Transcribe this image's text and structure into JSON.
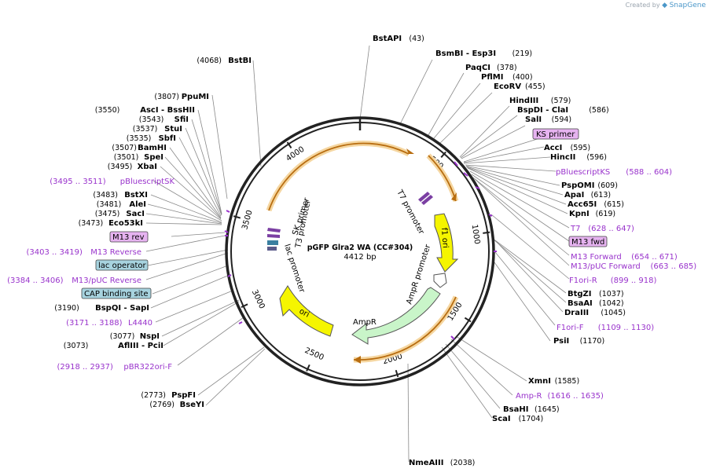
{
  "title": "pGFP Glra2 WA (CC#304)",
  "size_label": "4412 bp",
  "credit": {
    "prefix": "Created by",
    "brand": "SnapGene"
  },
  "ticks": [
    "500",
    "1000",
    "1500",
    "2000",
    "2500",
    "3000",
    "3500",
    "4000"
  ],
  "sites_left": [
    {
      "pos": "(4068)",
      "name": "BstBI"
    },
    {
      "pos": "(3807)",
      "name": "PpuMI"
    },
    {
      "pos": "(3550)",
      "name": "AscI  - BssHII"
    },
    {
      "pos": "(3543)",
      "name": "SfiI"
    },
    {
      "pos": "(3537)",
      "name": "StuI"
    },
    {
      "pos": "(3535)",
      "name": "SbfI"
    },
    {
      "pos": "(3507)",
      "name": "BamHI"
    },
    {
      "pos": "(3501)",
      "name": "SpeI"
    },
    {
      "pos": "(3495)",
      "name": "XbaI"
    },
    {
      "pos": "(3483)",
      "name": "BstXI"
    },
    {
      "pos": "(3481)",
      "name": "AleI"
    },
    {
      "pos": "(3475)",
      "name": "SacI"
    },
    {
      "pos": "(3473)",
      "name": "Eco53kI"
    },
    {
      "pos": "(3190)",
      "name": "BspQI  - SapI"
    },
    {
      "pos": "(3077)",
      "name": "NspI"
    },
    {
      "pos": "(3073)",
      "name": "AflIII  - PciI"
    },
    {
      "pos": "(2773)",
      "name": "PspFI"
    },
    {
      "pos": "(2769)",
      "name": "BseYI"
    }
  ],
  "sites_right": [
    {
      "name": "BstAPI",
      "pos": "(43)"
    },
    {
      "name": "BsmBI  - Esp3I",
      "pos": "(219)"
    },
    {
      "name": "PaqCI",
      "pos": "(378)"
    },
    {
      "name": "PflMI",
      "pos": "(400)"
    },
    {
      "name": "EcoRV",
      "pos": "(455)"
    },
    {
      "name": "HindIII",
      "pos": "(579)"
    },
    {
      "name": "BspDI  - ClaI",
      "pos": "(586)"
    },
    {
      "name": "SalI",
      "pos": "(594)"
    },
    {
      "name": "AccI",
      "pos": "(595)"
    },
    {
      "name": "HincII",
      "pos": "(596)"
    },
    {
      "name": "PspOMI",
      "pos": "(609)"
    },
    {
      "name": "ApaI",
      "pos": "(613)"
    },
    {
      "name": "Acc65I",
      "pos": "(615)"
    },
    {
      "name": "KpnI",
      "pos": "(619)"
    },
    {
      "name": "BtgZI",
      "pos": "(1037)"
    },
    {
      "name": "BsaAI",
      "pos": "(1042)"
    },
    {
      "name": "DraIII",
      "pos": "(1045)"
    },
    {
      "name": "PsiI",
      "pos": "(1170)"
    },
    {
      "name": "XmnI",
      "pos": "(1585)"
    },
    {
      "name": "BsaHI",
      "pos": "(1645)"
    },
    {
      "name": "ScaI",
      "pos": "(1704)"
    },
    {
      "name": "NmeAIII",
      "pos": "(2038)"
    }
  ],
  "primers_left": [
    {
      "range": "(3495 .. 3511)",
      "name": "pBluescriptSK"
    },
    {
      "range": "(3403 .. 3419)",
      "name": "M13 Reverse"
    },
    {
      "range": "(3384 .. 3406)",
      "name": "M13/pUC Reverse"
    },
    {
      "range": "(3171 .. 3188)",
      "name": "L4440"
    },
    {
      "range": "(2918 .. 2937)",
      "name": "pBR322ori-F"
    }
  ],
  "primers_right": [
    {
      "name": "pBluescriptKS",
      "range": "(588 .. 604)"
    },
    {
      "name": "T7",
      "range": "(628 .. 647)"
    },
    {
      "name": "M13 Forward",
      "range": "(654 .. 671)"
    },
    {
      "name": "M13/pUC Forward",
      "range": "(663 .. 685)"
    },
    {
      "name": "F1ori-R",
      "range": "(899 .. 918)"
    },
    {
      "name": "F1ori-F",
      "range": "(1109 .. 1130)"
    },
    {
      "name": "Amp-R",
      "range": "(1616 .. 1635)"
    }
  ],
  "boxed_features": {
    "ks_primer": "KS primer",
    "m13_rev": "M13 rev",
    "m13_fwd": "M13 fwd",
    "lac_operator": "lac operator",
    "cap_site": "CAP binding site"
  },
  "inner_features": {
    "t7_promoter": "T7 promoter",
    "f1_ori": "f1 ori",
    "ampr_promoter": "AmpR promoter",
    "ampr": "AmpR",
    "ori": "ori",
    "sk_primer": "SK primer",
    "t3_promoter": "T3 promoter",
    "lac_promoter": "lac promoter"
  },
  "colors": {
    "backbone": "#222222",
    "primer": "#9933cc",
    "primer_box": "#e6b3f0",
    "operator_box": "#a7d3df",
    "origin": "#f5f500",
    "ampr": "#c9f5c9",
    "orange": "#f0a030",
    "purple_feature": "#7b3fa3"
  }
}
